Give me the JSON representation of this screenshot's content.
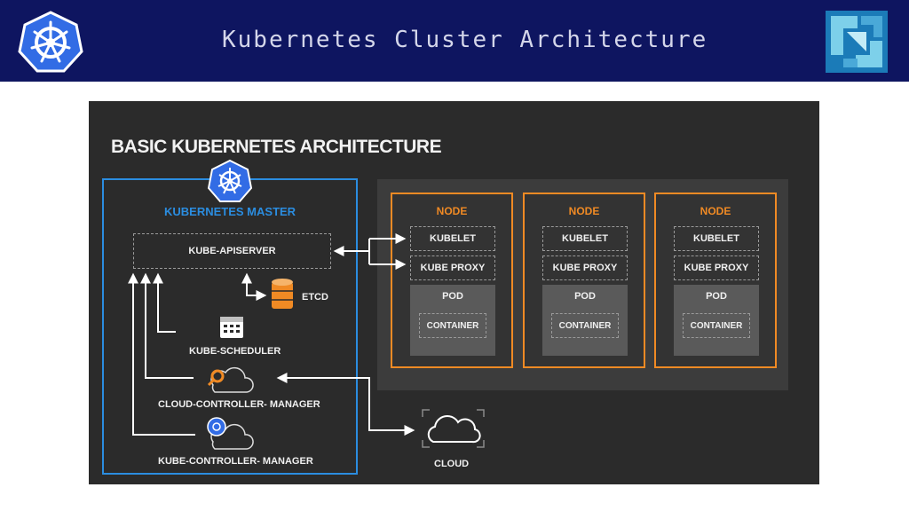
{
  "slide": {
    "title": "Kubernetes Cluster Architecture"
  },
  "diagram": {
    "title": "BASIC KUBERNETES ARCHITECTURE",
    "master": {
      "label": "KUBERNETES MASTER",
      "apiserver": "KUBE-APISERVER",
      "etcd": "ETCD",
      "scheduler": "KUBE-SCHEDULER",
      "cloud_controller": "CLOUD-CONTROLLER- MANAGER",
      "kube_controller": "KUBE-CONTROLLER- MANAGER"
    },
    "nodes": [
      {
        "label": "NODE",
        "kubelet": "KUBELET",
        "proxy": "KUBE PROXY",
        "pod": "POD",
        "container": "CONTAINER"
      },
      {
        "label": "NODE",
        "kubelet": "KUBELET",
        "proxy": "KUBE PROXY",
        "pod": "POD",
        "container": "CONTAINER"
      },
      {
        "label": "NODE",
        "kubelet": "KUBELET",
        "proxy": "KUBE PROXY",
        "pod": "POD",
        "container": "CONTAINER"
      }
    ],
    "cloud": "CLOUD"
  },
  "colors": {
    "header": "#0e1560",
    "panel": "#2b2b2b",
    "master_accent": "#2b8de0",
    "node_accent": "#f08a24"
  }
}
